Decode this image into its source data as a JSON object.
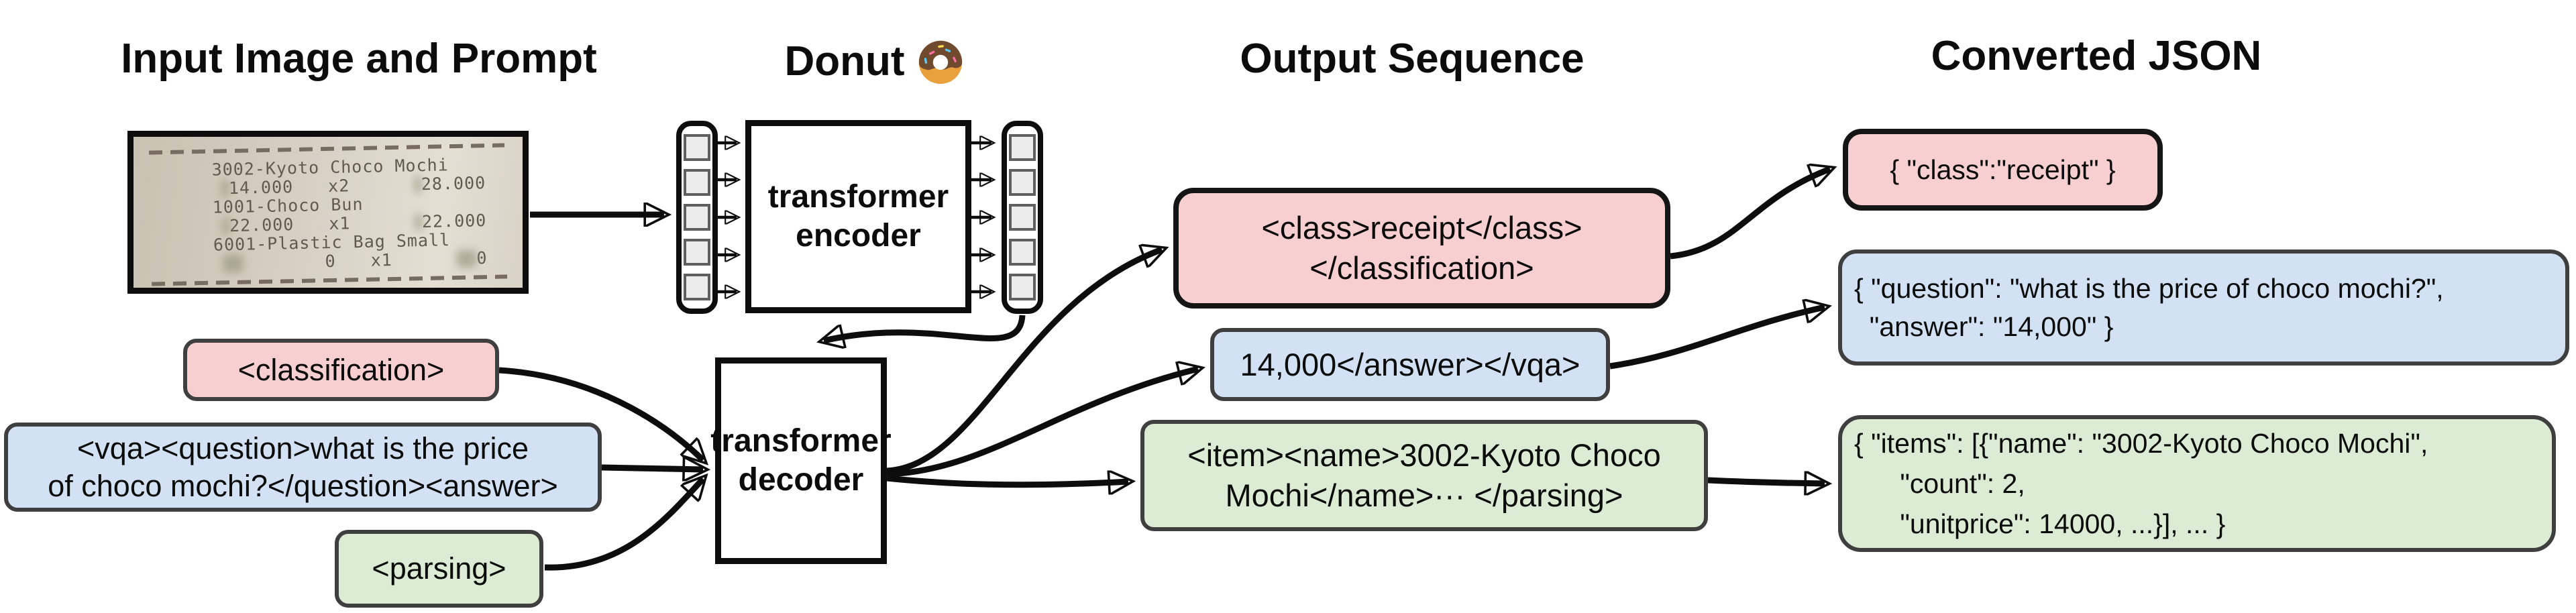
{
  "headers": {
    "input": "Input Image and Prompt",
    "model": "Donut",
    "output": "Output Sequence",
    "json": "Converted JSON"
  },
  "icons": {
    "donut_emoji": "donut-icon"
  },
  "receipt": {
    "items": [
      {
        "name": "3002-Kyoto Choco Mochi",
        "price": "14.000",
        "qty": "x2",
        "total": "28.000"
      },
      {
        "name": "1001-Choco Bun",
        "price": "22.000",
        "qty": "x1",
        "total": "22.000"
      },
      {
        "name": "6001-Plastic Bag Small",
        "price": "0",
        "qty": "x1",
        "total": "0"
      }
    ]
  },
  "model": {
    "encoder_line1": "transformer",
    "encoder_line2": "encoder",
    "decoder_line1": "transformer",
    "decoder_line2": "decoder"
  },
  "prompts": {
    "classification": {
      "text": "<classification>"
    },
    "vqa": {
      "line1": "<vqa><question>what is the price",
      "line2": "of choco mochi?</question><answer>"
    },
    "parsing": {
      "text": "<parsing>"
    }
  },
  "outputs": {
    "classification": {
      "line1": "<class>receipt</class>",
      "line2": "</classification>"
    },
    "vqa": {
      "line1": "14,000</answer></vqa>"
    },
    "parsing": {
      "line1": "<item><name>3002-Kyoto Choco",
      "line2": "Mochi</name>··· </parsing>"
    }
  },
  "json_boxes": {
    "classification": {
      "line1": "{ \"class\":\"receipt\" }"
    },
    "vqa": {
      "line1": "{ \"question\": \"what is the price of choco mochi?\",",
      "line2": "  \"answer\": \"14,000\" }"
    },
    "parsing": {
      "line1": "{ \"items\": [{\"name\": \"3002-Kyoto Choco Mochi\",",
      "line2": "      \"count\": 2,",
      "line3": "      \"unitprice\": 14000, ...}], ... }"
    }
  },
  "colors": {
    "pink": "#f7cfd0",
    "blue": "#d2e2f4",
    "green": "#dcebd3",
    "border_gray": "#3f3f3f",
    "border_black": "#151515",
    "arrow": "#0d0d0d",
    "receipt_paper": "#d7d0c3",
    "token_fill": "#ececec"
  }
}
